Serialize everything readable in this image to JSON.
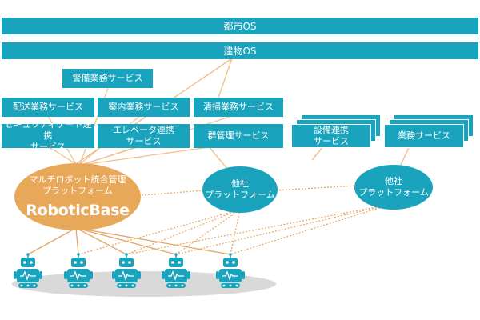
{
  "colors": {
    "teal": "#1aa3bd",
    "orange": "#e8a85a",
    "line_orange": "#f0c08a",
    "line_dotted": "#e4a765",
    "robot": "#1aa3bd",
    "floor": "#d9d9d9"
  },
  "layers": {
    "city_os": "都市OS",
    "building_os": "建物OS"
  },
  "services": {
    "security": "警備業務サービス",
    "delivery": "配送業務サービス",
    "guidance": "案内業務サービス",
    "cleaning": "清掃業務サービス",
    "security_gate": "セキュリティゲート連携\nサービス",
    "elevator": "エレベータ連携\nサービス",
    "group_mgmt": "群管理サービス",
    "equipment": "設備連携\nサービス",
    "business": "業務サービス"
  },
  "platforms": {
    "robotic_base_caption": "マルチロボット統合管理\nプラットフォーム",
    "robotic_base_name": "RoboticBase",
    "other_1": "他社\nプラットフォーム",
    "other_2": "他社\nプラットフォーム"
  },
  "robots": {
    "icon": "robot-icon",
    "count": 5
  }
}
